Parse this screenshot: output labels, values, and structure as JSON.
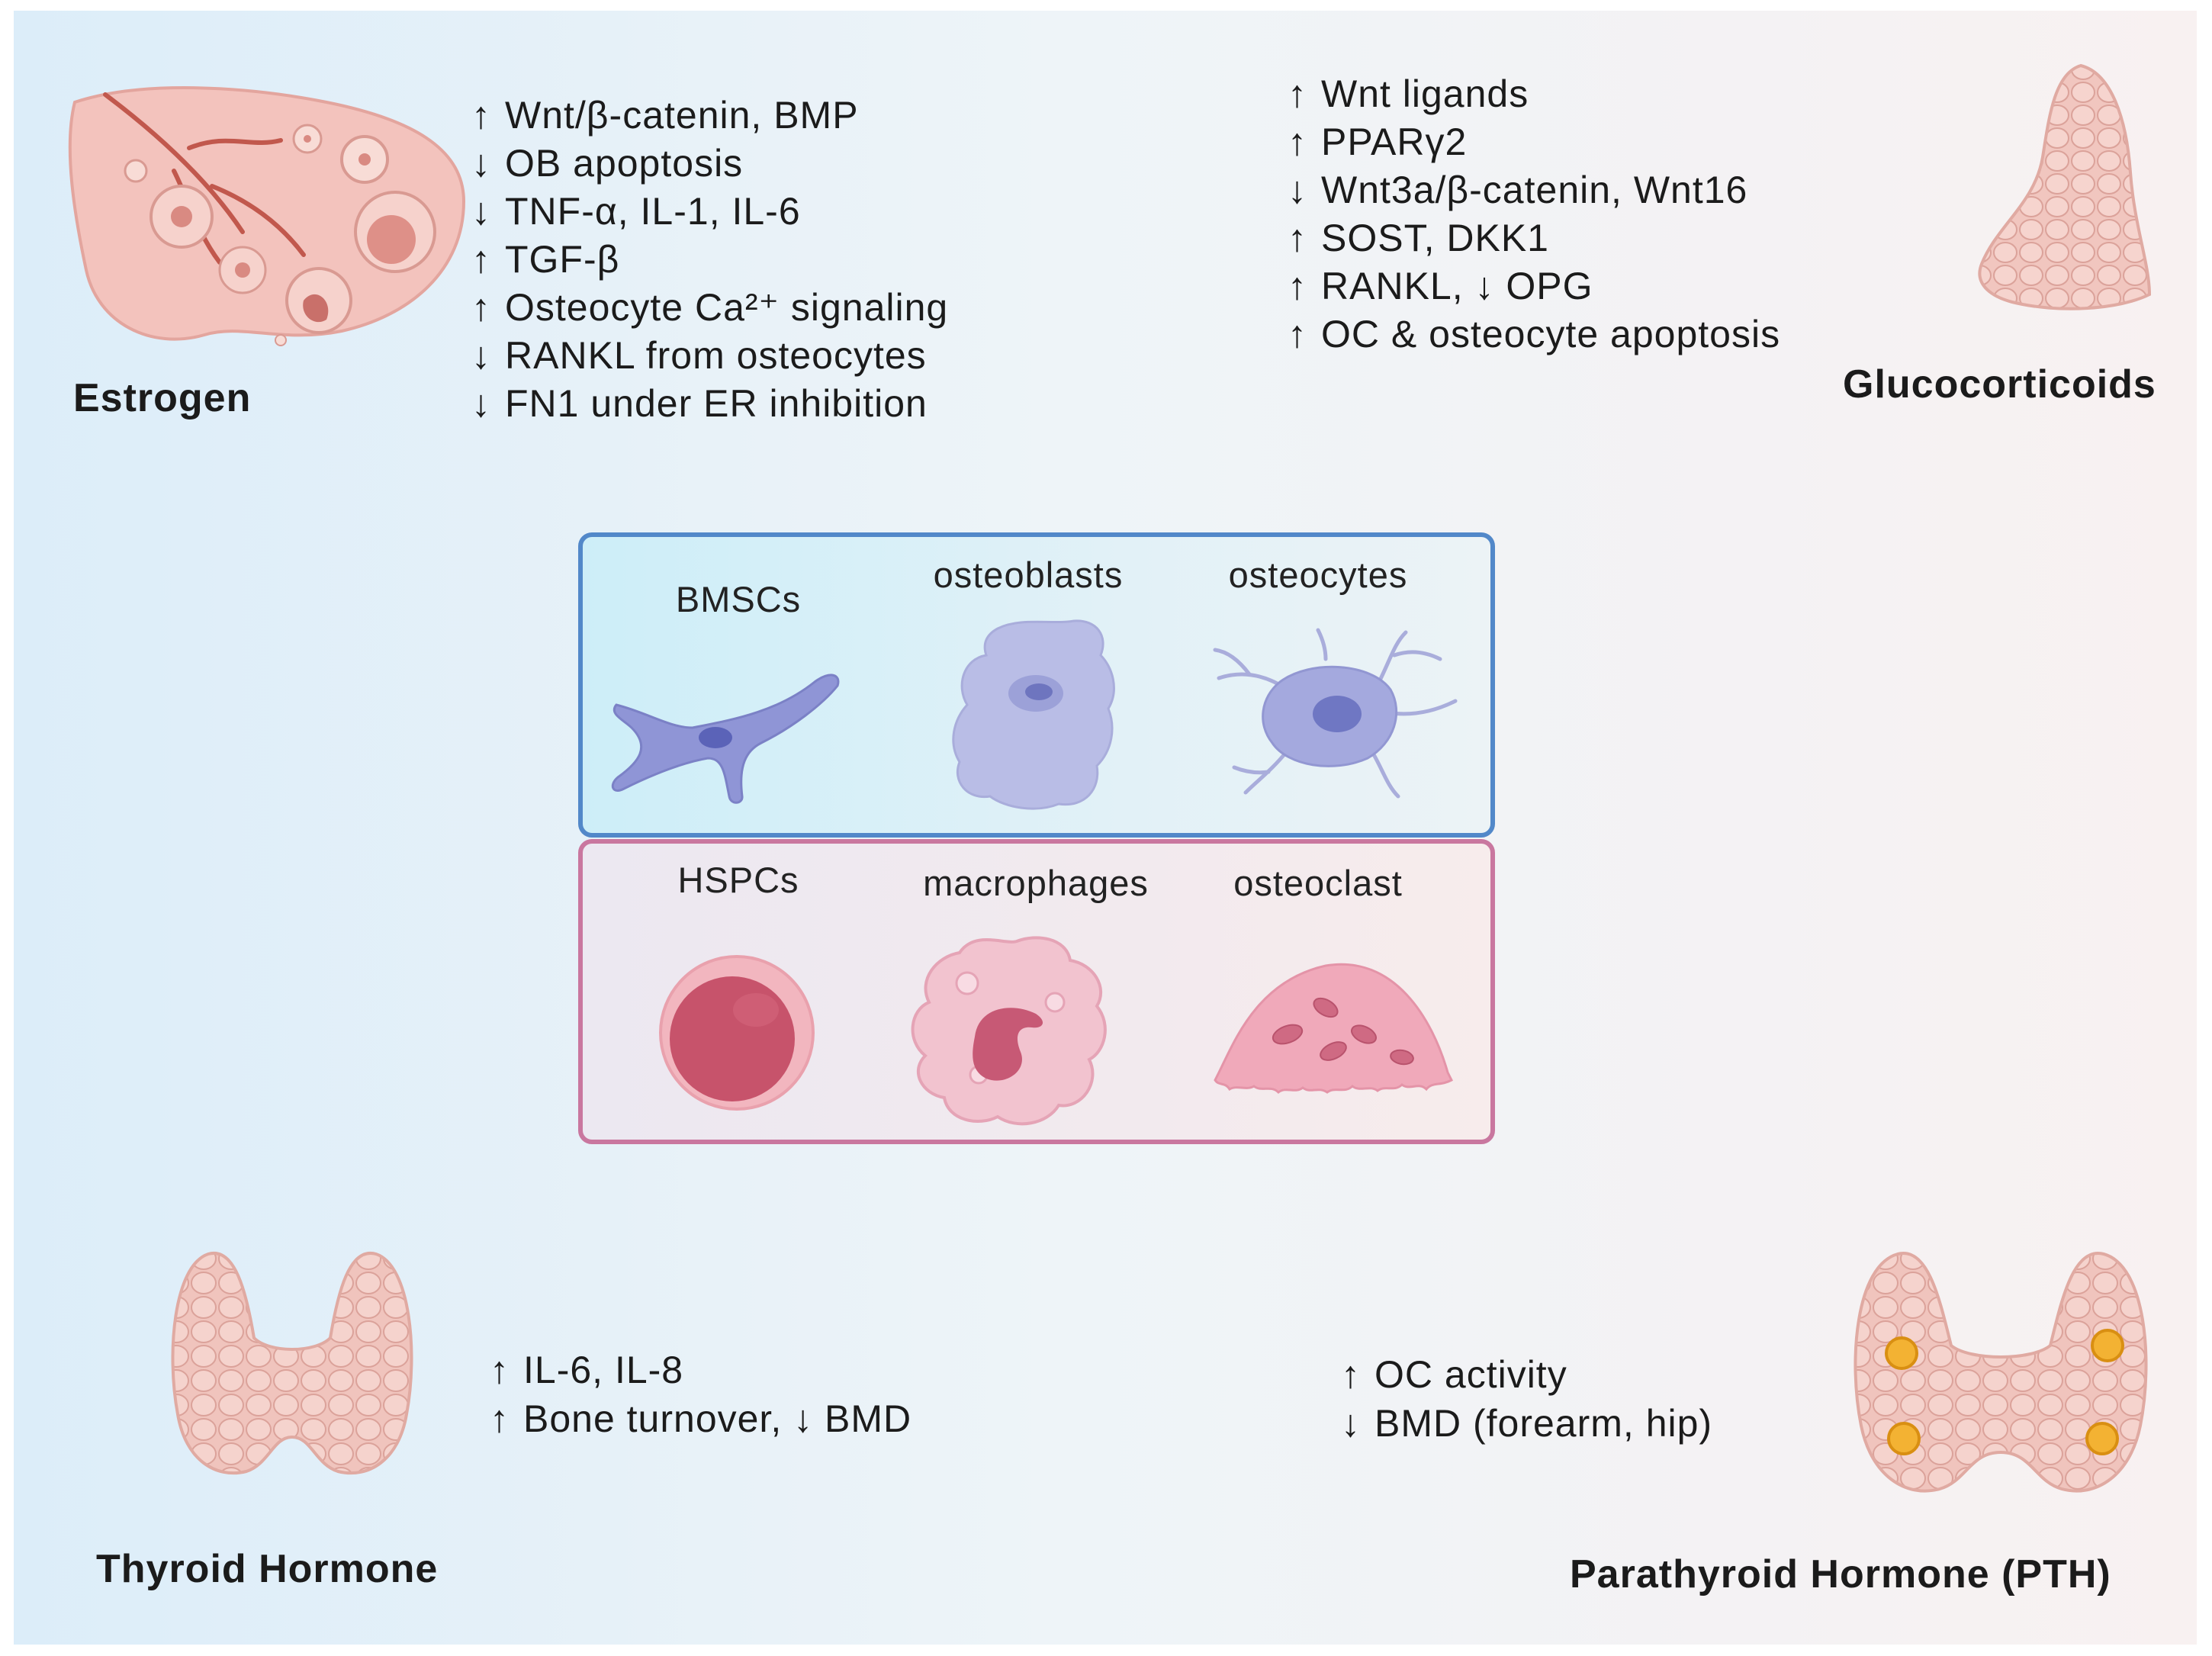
{
  "hormones": {
    "estrogen": {
      "name": "Estrogen",
      "organ_icon": "ovary-icon",
      "effects": [
        {
          "arrow": "↑",
          "text": "Wnt/β-catenin, BMP"
        },
        {
          "arrow": "↓",
          "text": "OB apoptosis"
        },
        {
          "arrow": "↓",
          "text": "TNF-α, IL-1, IL-6"
        },
        {
          "arrow": "↑",
          "text": "TGF-β"
        },
        {
          "arrow": "↑",
          "text": "Osteocyte Ca²⁺ signaling"
        },
        {
          "arrow": "↓",
          "text": "RANKL from osteocytes"
        },
        {
          "arrow": "↓",
          "text": "FN1 under ER inhibition"
        }
      ]
    },
    "glucocorticoids": {
      "name": "Glucocorticoids",
      "organ_icon": "adrenal-gland-icon",
      "effects": [
        {
          "arrow": "↑",
          "text": "Wnt ligands"
        },
        {
          "arrow": "↑",
          "text": "PPARγ2"
        },
        {
          "arrow": "↓",
          "text": "Wnt3a/β-catenin, Wnt16"
        },
        {
          "arrow": "↑",
          "text": "SOST, DKK1"
        },
        {
          "arrow": "↑",
          "text": "RANKL, ↓ OPG"
        },
        {
          "arrow": "↑",
          "text": "OC & osteocyte apoptosis"
        }
      ]
    },
    "thyroid": {
      "name": "Thyroid Hormone",
      "organ_icon": "thyroid-gland-icon",
      "effects": [
        {
          "arrow": "↑",
          "text": "IL-6, IL-8"
        },
        {
          "arrow": "↑",
          "text": "Bone turnover, ↓ BMD"
        }
      ]
    },
    "pth": {
      "name": "Parathyroid Hormone (PTH)",
      "organ_icon": "parathyroid-gland-icon",
      "effects": [
        {
          "arrow": "↑",
          "text": "OC activity"
        },
        {
          "arrow": "↓",
          "text": "BMD (forearm, hip)"
        }
      ]
    }
  },
  "cells": {
    "mesenchymal_lineage": {
      "color": "#4a85c8",
      "items": [
        {
          "label": "BMSCs",
          "icon": "bmsc-cell-icon"
        },
        {
          "label": "osteoblasts",
          "icon": "osteoblast-cell-icon"
        },
        {
          "label": "osteocytes",
          "icon": "osteocyte-cell-icon"
        }
      ]
    },
    "hematopoietic_lineage": {
      "color": "#c4709a",
      "items": [
        {
          "label": "HSPCs",
          "icon": "hspc-cell-icon"
        },
        {
          "label": "macrophages",
          "icon": "macrophage-cell-icon"
        },
        {
          "label": "osteoclast",
          "icon": "osteoclast-cell-icon"
        }
      ]
    }
  }
}
